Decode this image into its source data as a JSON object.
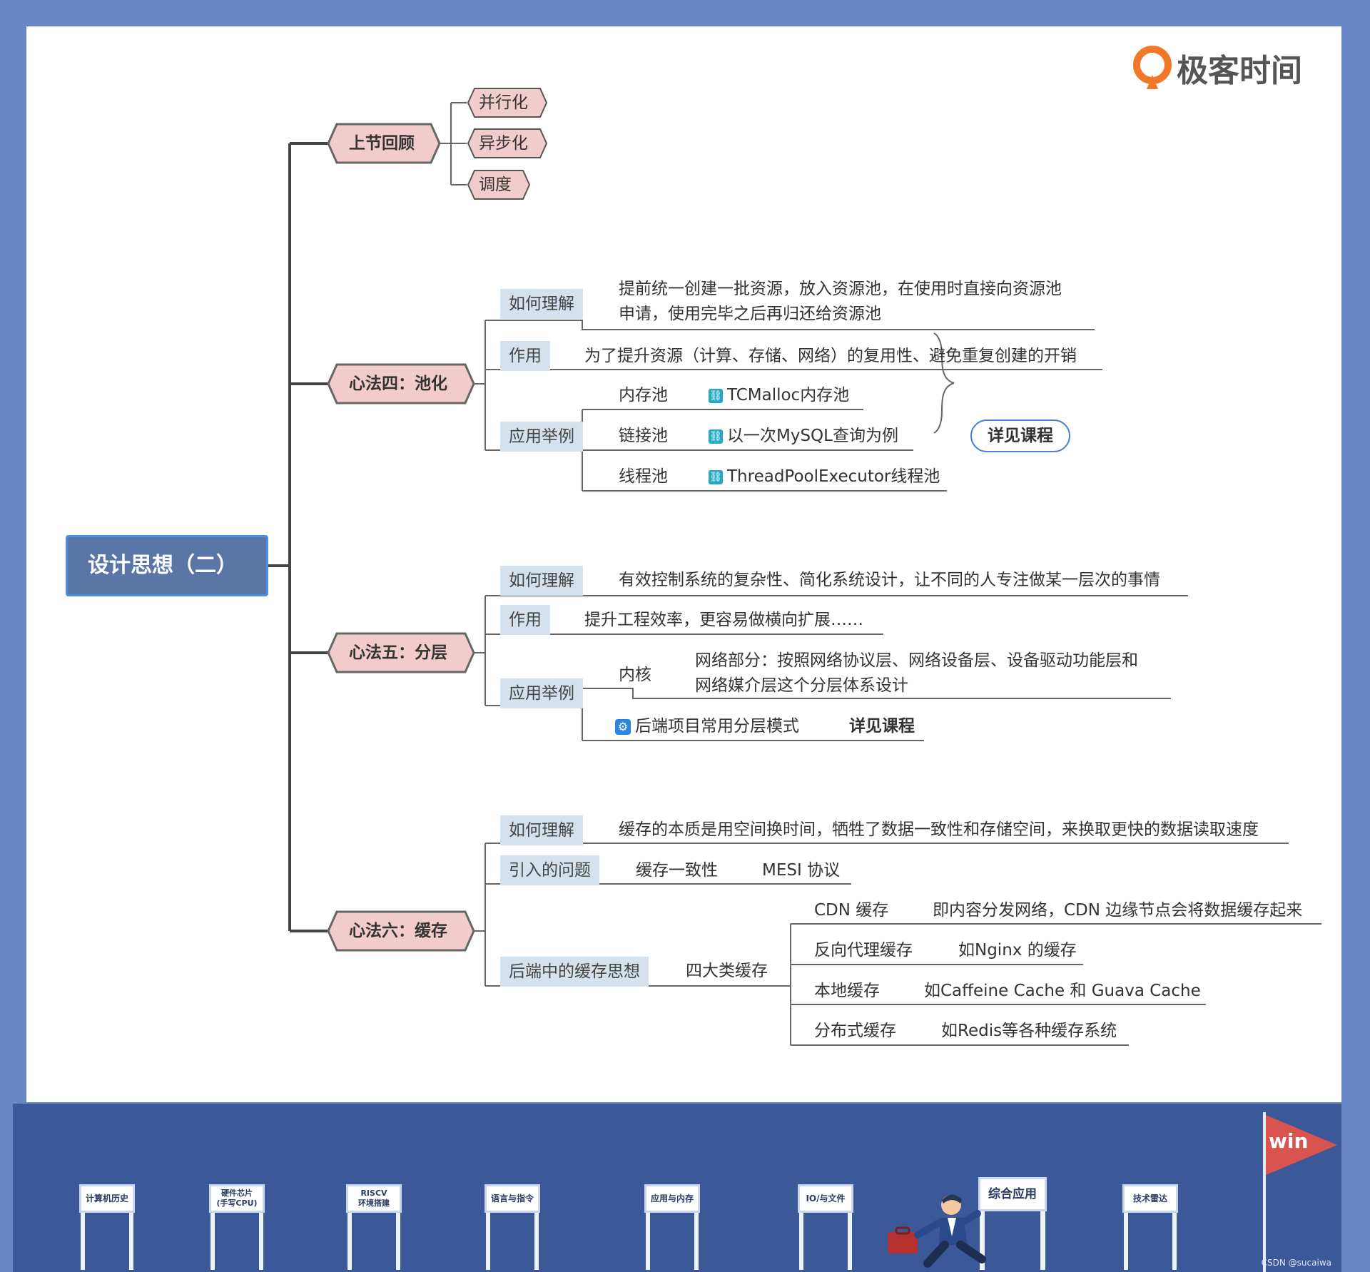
{
  "logo": {
    "text": "极客时间"
  },
  "root": {
    "label": "设计思想（二）"
  },
  "section_review": {
    "label": "上节回顾",
    "items": [
      "并行化",
      "异步化",
      "调度"
    ]
  },
  "section_pool": {
    "label": "心法四：池化",
    "understand_tag": "如何理解",
    "understand_line1": "提前统一创建一批资源，放入资源池，在使用时直接向资源池",
    "understand_line2": "申请，使用完毕之后再归还给资源池",
    "effect_tag": "作用",
    "effect_text": "为了提升资源（计算、存储、网络）的复用性、避免重复创建的开销",
    "example_tag": "应用举例",
    "examples": [
      {
        "name": "内存池",
        "link": "TCMalloc内存池"
      },
      {
        "name": "链接池",
        "link": "以一次MySQL查询为例"
      },
      {
        "name": "线程池",
        "link": "ThreadPoolExecutor线程池"
      }
    ],
    "detail_button": "详见课程"
  },
  "section_layer": {
    "label": "心法五：分层",
    "understand_tag": "如何理解",
    "understand_text": "有效控制系统的复杂性、简化系统设计，让不同的人专注做某一层次的事情",
    "effect_tag": "作用",
    "effect_text": "提升工程效率，更容易做横向扩展……",
    "example_tag": "应用举例",
    "kernel_label": "内核",
    "kernel_line1": "网络部分：按照网络协议层、网络设备层、设备驱动功能层和",
    "kernel_line2": "网络媒介层这个分层体系设计",
    "backend_text": "后端项目常用分层模式",
    "backend_detail": "详见课程"
  },
  "section_cache": {
    "label": "心法六：缓存",
    "understand_tag": "如何理解",
    "understand_text": "缓存的本质是用空间换时间，牺牲了数据一致性和存储空间，来换取更快的数据读取速度",
    "problem_tag": "引入的问题",
    "problem_text": "缓存一致性",
    "problem_detail": "MESI 协议",
    "backend_tag": "后端中的缓存思想",
    "backend_text": "四大类缓存",
    "kinds": [
      {
        "name": "CDN 缓存",
        "desc": "即内容分发网络，CDN 边缘节点会将数据缓存起来"
      },
      {
        "name": "反向代理缓存",
        "desc": "如Nginx 的缓存"
      },
      {
        "name": "本地缓存",
        "desc": "如Caffeine Cache 和 Guava Cache"
      },
      {
        "name": "分布式缓存",
        "desc": "如Redis等各种缓存系统"
      }
    ]
  },
  "roadmap": {
    "gates": [
      "计算机历史",
      "硬件芯片\n(手写CPU)",
      "RISCV\n环境搭建",
      "语言与指令",
      "应用与内存",
      "IO/与文件",
      "综合应用",
      "技术雷达"
    ],
    "flag": "win"
  },
  "watermark": "CSDN @sucaiwa",
  "colors": {
    "frame": "#6a87c5",
    "root": "#5a76a6",
    "hex": "#f2cccc",
    "tag": "#d5e1ec",
    "band": "#3b5998",
    "flag": "#d9534f"
  }
}
